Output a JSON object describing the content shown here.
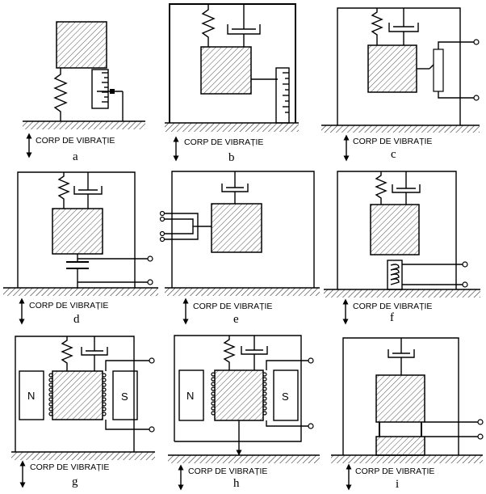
{
  "caption": "CORP DE VIBRAȚIE",
  "panels": [
    {
      "id": "a",
      "label": "a"
    },
    {
      "id": "b",
      "label": "b"
    },
    {
      "id": "c",
      "label": "c"
    },
    {
      "id": "d",
      "label": "d"
    },
    {
      "id": "e",
      "label": "e"
    },
    {
      "id": "f",
      "label": "f"
    },
    {
      "id": "g",
      "label": "g",
      "pole_left": "N",
      "pole_right": "S"
    },
    {
      "id": "h",
      "label": "h",
      "pole_left": "N",
      "pole_right": "S"
    },
    {
      "id": "i",
      "label": "i"
    }
  ]
}
